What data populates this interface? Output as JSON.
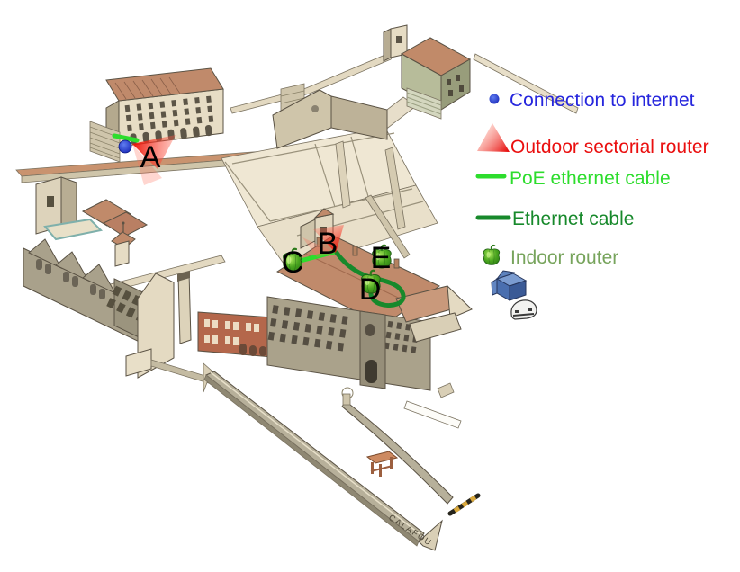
{
  "legend": {
    "items": [
      {
        "id": "internet",
        "label": "Connection to internet",
        "color": "#2626dd",
        "icon": "blue-dot"
      },
      {
        "id": "outdoor-router",
        "label": "Outdoor sectorial router",
        "color": "#ea0f0f",
        "icon": "red-triangle"
      },
      {
        "id": "poe-cable",
        "label": "PoE ethernet cable",
        "color": "#2ddd2d",
        "icon": "bright-green-line"
      },
      {
        "id": "ethernet-cable",
        "label": "Ethernet cable",
        "color": "#17892b",
        "icon": "dark-green-line"
      },
      {
        "id": "indoor-router",
        "label": "Indoor router",
        "color": "#77a45c",
        "icon": "green-pepper"
      }
    ]
  },
  "markers": {
    "a": "A",
    "b": "B",
    "c": "C",
    "d": "D",
    "e": "E"
  },
  "map": {
    "wall_label": "CALAFOU"
  },
  "colors": {
    "poe_cable": "#2ddd2d",
    "ethernet_cable": "#17892b",
    "beam_red": "#ed1509",
    "internet_dot": "#1c2fc9",
    "roof_salmon": "#c08a6b",
    "wall_beige": "#e7ddc5",
    "brick": "#b4674b"
  }
}
